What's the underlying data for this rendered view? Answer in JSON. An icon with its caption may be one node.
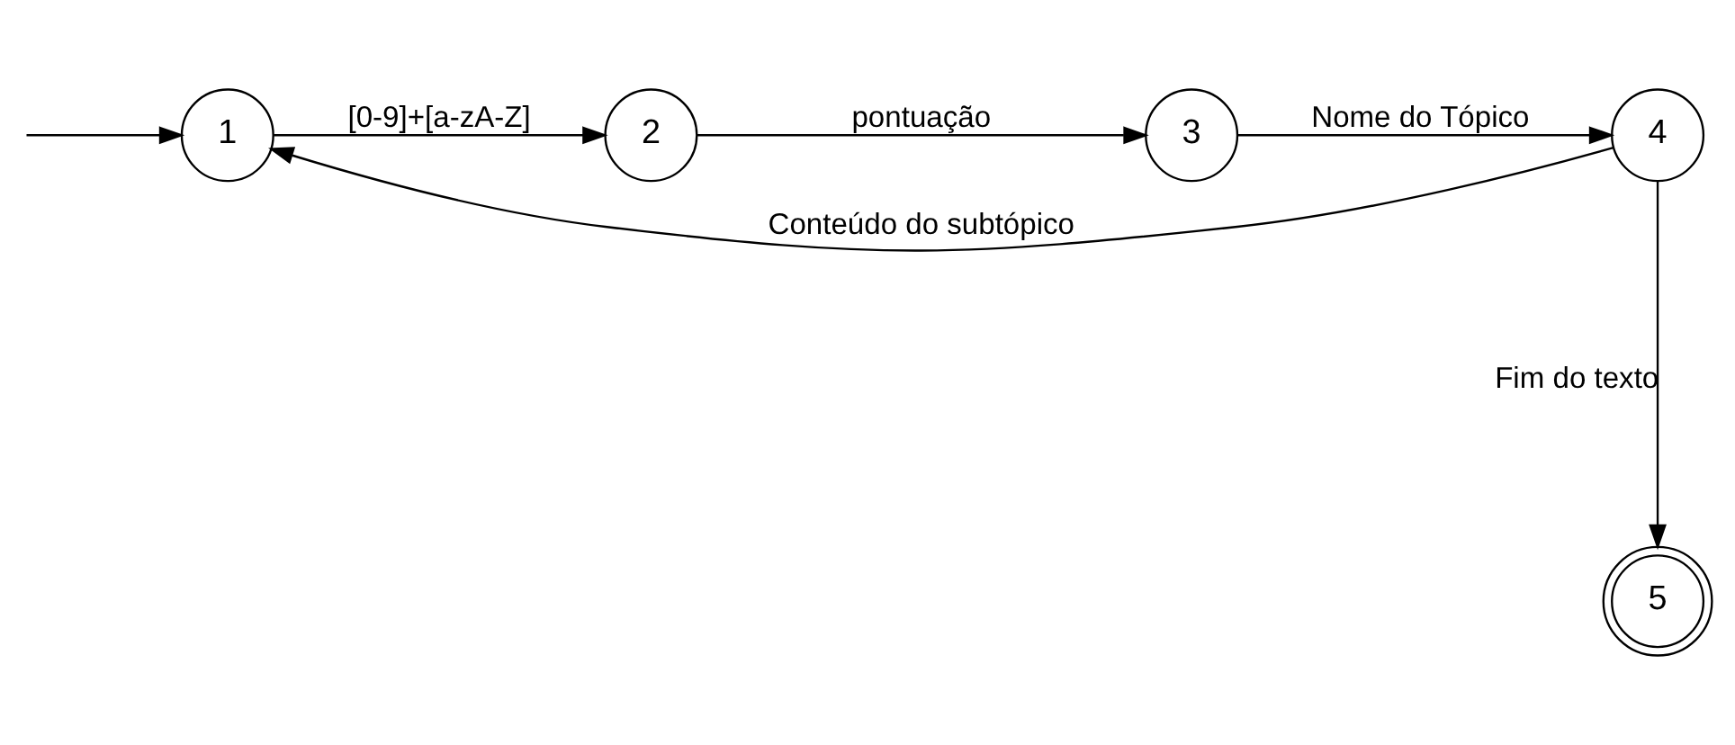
{
  "diagram": {
    "nodes": [
      {
        "text": [
          "1"
        ]
      },
      {
        "text": [
          "2"
        ]
      },
      {
        "text": [
          "3"
        ]
      },
      {
        "text": [
          "4"
        ]
      },
      {
        "text": [
          "5"
        ]
      }
    ],
    "edges": [
      {
        "from": null,
        "to": 0,
        "arrow": "to"
      },
      {
        "from": 0,
        "to": 1,
        "arrow": "to",
        "label": "[0-9]+[a-zA-Z]"
      },
      {
        "from": 1,
        "to": 2,
        "arrow": "to",
        "label": "pontuação"
      },
      {
        "from": 2,
        "to": 3,
        "arrow": "to",
        "label": "Nome do Tópico"
      },
      {
        "from": 3,
        "to": 0,
        "arrow": "to",
        "label": "Conteúdo do subtópico"
      },
      {
        "from": 3,
        "to": 4,
        "arrow": "to",
        "label": "Fim do texto"
      }
    ]
  }
}
